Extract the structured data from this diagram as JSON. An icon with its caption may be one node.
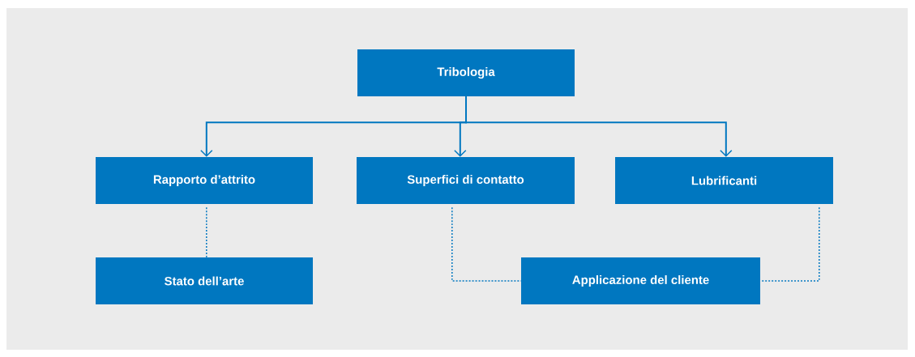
{
  "diagram": {
    "nodes": [
      {
        "text": [
          "Tribologia"
        ]
      },
      {
        "text": [
          "Rapporto d’attrito"
        ]
      },
      {
        "text": [
          "Superfici di contatto"
        ]
      },
      {
        "text": [
          "Lubrificanti"
        ]
      },
      {
        "text": [
          "Stato dell’arte"
        ]
      },
      {
        "text": [
          "Applicazione del cliente"
        ]
      }
    ],
    "edges": [
      {
        "from": 0,
        "to": 1,
        "arrow": "to"
      },
      {
        "from": 0,
        "to": 2,
        "arrow": "to"
      },
      {
        "from": 0,
        "to": 3,
        "arrow": "to"
      },
      {
        "from": 1,
        "to": 4,
        "arrow": "none",
        "style": "dashed"
      },
      {
        "from": 2,
        "to": 5,
        "arrow": "none",
        "style": "dashed"
      },
      {
        "from": 3,
        "to": 5,
        "arrow": "none",
        "style": "dashed"
      }
    ]
  }
}
